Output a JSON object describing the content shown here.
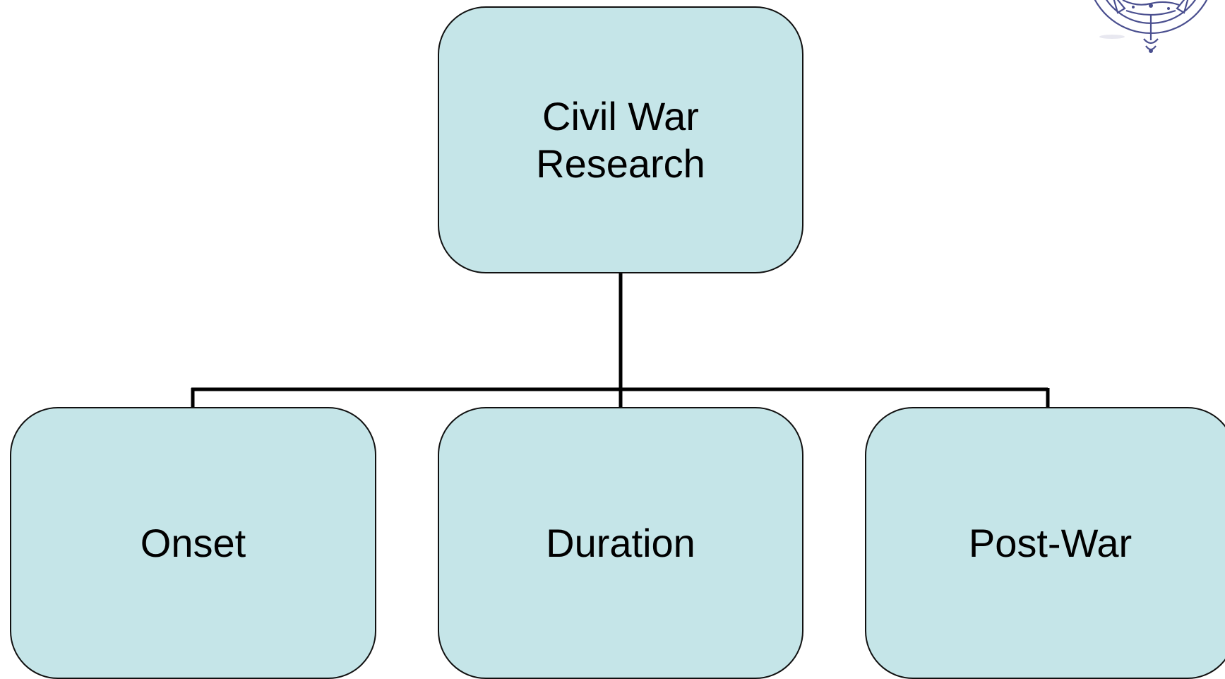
{
  "diagram": {
    "root": {
      "label": "Civil War Research"
    },
    "children": [
      {
        "id": "onset",
        "label": "Onset"
      },
      {
        "id": "duration",
        "label": "Duration"
      },
      {
        "id": "post_war",
        "label": "Post-War"
      }
    ]
  },
  "colors": {
    "node_fill": "#c5e5e8",
    "node_border": "#111111",
    "connector": "#000000",
    "seal": "#4a4f8f"
  },
  "decorations": {
    "seal_icon": "university-seal-icon"
  }
}
